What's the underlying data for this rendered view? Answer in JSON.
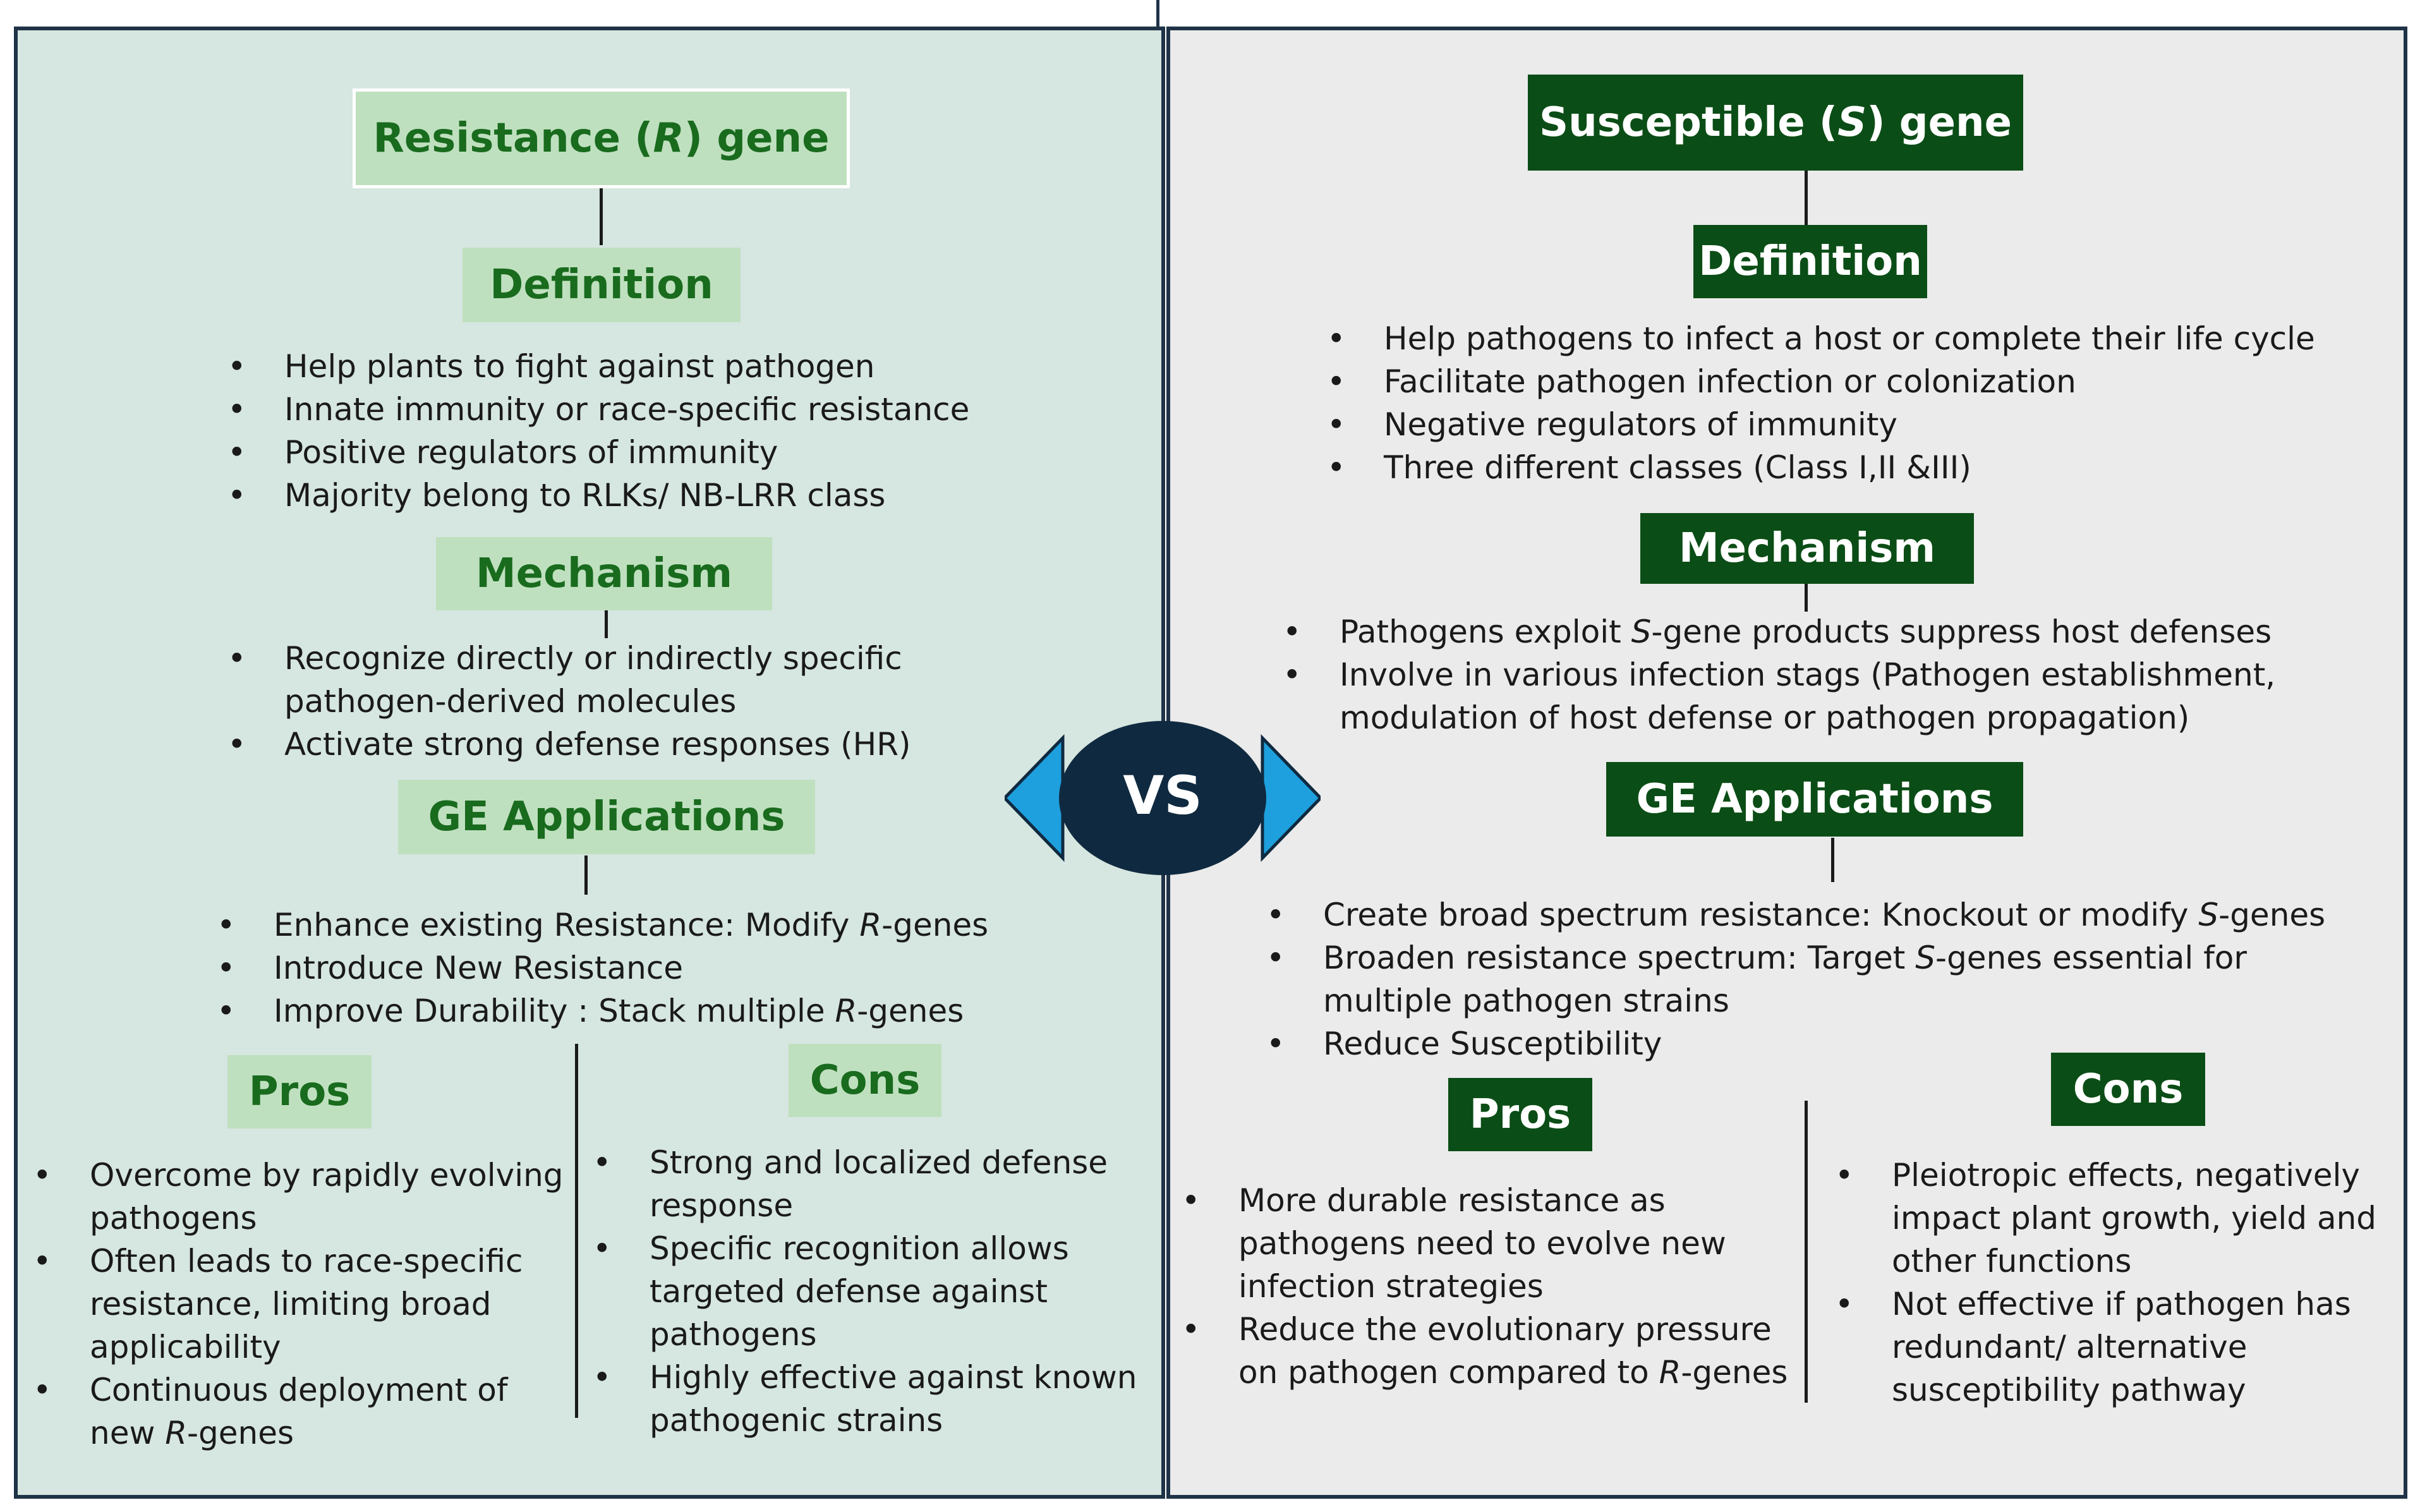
{
  "left": {
    "title": "Resistance (R) gene",
    "title_parts": {
      "before": "Resistance (",
      "italic": "R",
      "after": ") gene"
    },
    "definition_header": "Definition",
    "definition_items": [
      "Help plants to fight against pathogen",
      "Innate immunity or race-specific resistance",
      "Positive regulators of immunity",
      "Majority belong to RLKs/ NB-LRR class"
    ],
    "mechanism_header": "Mechanism",
    "mechanism_items": [
      "Recognize directly or indirectly  specific pathogen-derived molecules",
      "Activate strong defense responses (HR)"
    ],
    "ge_header": "GE Applications",
    "ge_items": [
      {
        "before": "Enhance existing Resistance:  Modify ",
        "italic": "R",
        "after": "-genes"
      },
      {
        "before": "Introduce New Resistance",
        "italic": "",
        "after": ""
      },
      {
        "before": "Improve Durability : Stack multiple ",
        "italic": "R",
        "after": "-genes"
      }
    ],
    "pros_header": "Pros",
    "pros_items": [
      {
        "before": "Overcome by rapidly evolving pathogens",
        "italic": "",
        "after": ""
      },
      {
        "before": "Often leads to race-specific resistance, limiting broad applicability",
        "italic": "",
        "after": ""
      },
      {
        "before": "Continuous deployment of new ",
        "italic": "R",
        "after": "-genes"
      }
    ],
    "cons_header": "Cons",
    "cons_items": [
      "Strong and localized defense response",
      "Specific recognition allows targeted defense against pathogens",
      "Highly effective against known pathogenic strains"
    ]
  },
  "right": {
    "title": "Susceptible (S) gene",
    "title_parts": {
      "before": "Susceptible (",
      "italic": "S",
      "after": ") gene"
    },
    "definition_header": "Definition",
    "definition_items": [
      "Help pathogens to infect a host or complete their life cycle",
      "Facilitate pathogen infection or colonization",
      "Negative regulators of immunity",
      "Three different classes (Class I,II &III)"
    ],
    "mechanism_header": "Mechanism",
    "mechanism_items": [
      {
        "before": "Pathogens exploit ",
        "italic": "S",
        "after": "-gene products suppress host defenses"
      },
      {
        "before": "Involve in various infection stags (Pathogen establishment, modulation of host defense or pathogen propagation)",
        "italic": "",
        "after": ""
      }
    ],
    "ge_header": "GE Applications",
    "ge_items": [
      {
        "before": "Create broad spectrum resistance: Knockout or modify ",
        "italic": "S",
        "after": "-genes"
      },
      {
        "before": "Broaden resistance spectrum: Target ",
        "italic": "S",
        "after": "-genes essential for multiple pathogen strains"
      },
      {
        "before": "Reduce Susceptibility",
        "italic": "",
        "after": ""
      }
    ],
    "pros_header": "Pros",
    "pros_items": [
      {
        "before": "More durable resistance as pathogens need to evolve new infection strategies",
        "italic": "",
        "after": ""
      },
      {
        "before": "Reduce the evolutionary pressure on pathogen compared to ",
        "italic": "R",
        "after": "-genes"
      }
    ],
    "cons_header": "Cons",
    "cons_items": [
      "Pleiotropic effects, negatively impact plant growth, yield and other functions",
      "Not effective if pathogen has redundant/ alternative susceptibility pathway"
    ]
  },
  "vs_label": "VS",
  "colors": {
    "left_bg": "#d6e6e0",
    "right_bg": "#ebebeb",
    "left_header_bg": "#bfe0bf",
    "left_header_text": "#196b1e",
    "right_header_bg": "#0b4d16",
    "right_header_text": "#ffffff",
    "vs_oval": "#0f2a40",
    "vs_arrow": "#1ea0de"
  }
}
